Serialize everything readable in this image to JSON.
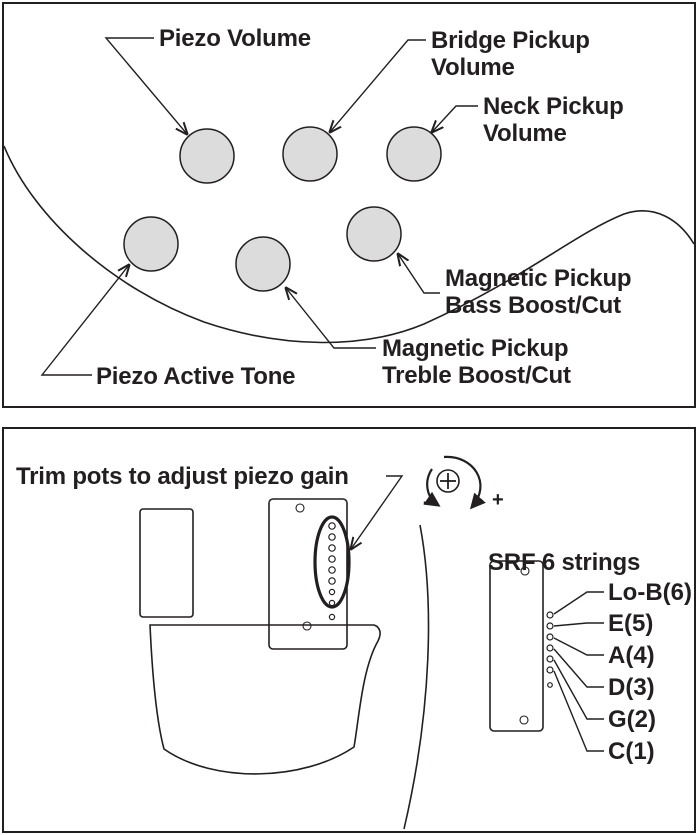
{
  "controls": {
    "piezo_volume": "Piezo Volume",
    "bridge_pickup_volume_line1": "Bridge Pickup",
    "bridge_pickup_volume_line2": "Volume",
    "neck_pickup_volume_line1": "Neck Pickup",
    "neck_pickup_volume_line2": "Volume",
    "magnetic_bass_line1": "Magnetic Pickup",
    "magnetic_bass_line2": "Bass Boost/Cut",
    "magnetic_treble_line1": "Magnetic Pickup",
    "magnetic_treble_line2": "Treble Boost/Cut",
    "piezo_active_tone": "Piezo Active Tone"
  },
  "trim": {
    "title": "Trim pots to adjust piezo gain",
    "minus": "-",
    "plus": "+"
  },
  "srf": {
    "title": "SRF 6 strings",
    "strings": [
      "Lo-B(6)",
      "E(5)",
      "A(4)",
      "D(3)",
      "G(2)",
      "C(1)"
    ]
  }
}
